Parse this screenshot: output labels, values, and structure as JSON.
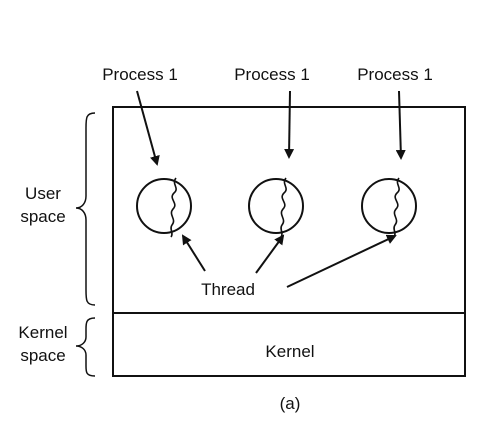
{
  "diagram": {
    "process_labels": [
      "Process 1",
      "Process 1",
      "Process 1"
    ],
    "thread_label": "Thread",
    "user_space_label": [
      "User",
      "space"
    ],
    "kernel_space_label": [
      "Kernel",
      "space"
    ],
    "kernel_label": "Kernel",
    "caption": "(a)"
  },
  "colors": {
    "stroke": "#111111",
    "background": "#ffffff"
  }
}
